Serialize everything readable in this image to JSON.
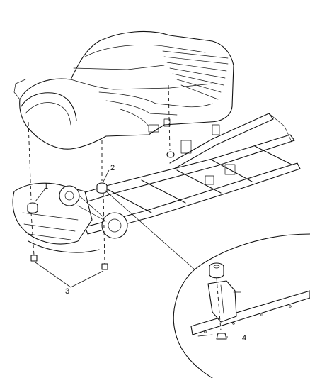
{
  "callouts": {
    "c1": "1",
    "c2": "2",
    "c3": "3",
    "c4": "4"
  },
  "icons": [
    "body-mount-bushing-icon",
    "mount-bolt-icon",
    "frame-icon",
    "truck-body-icon"
  ]
}
